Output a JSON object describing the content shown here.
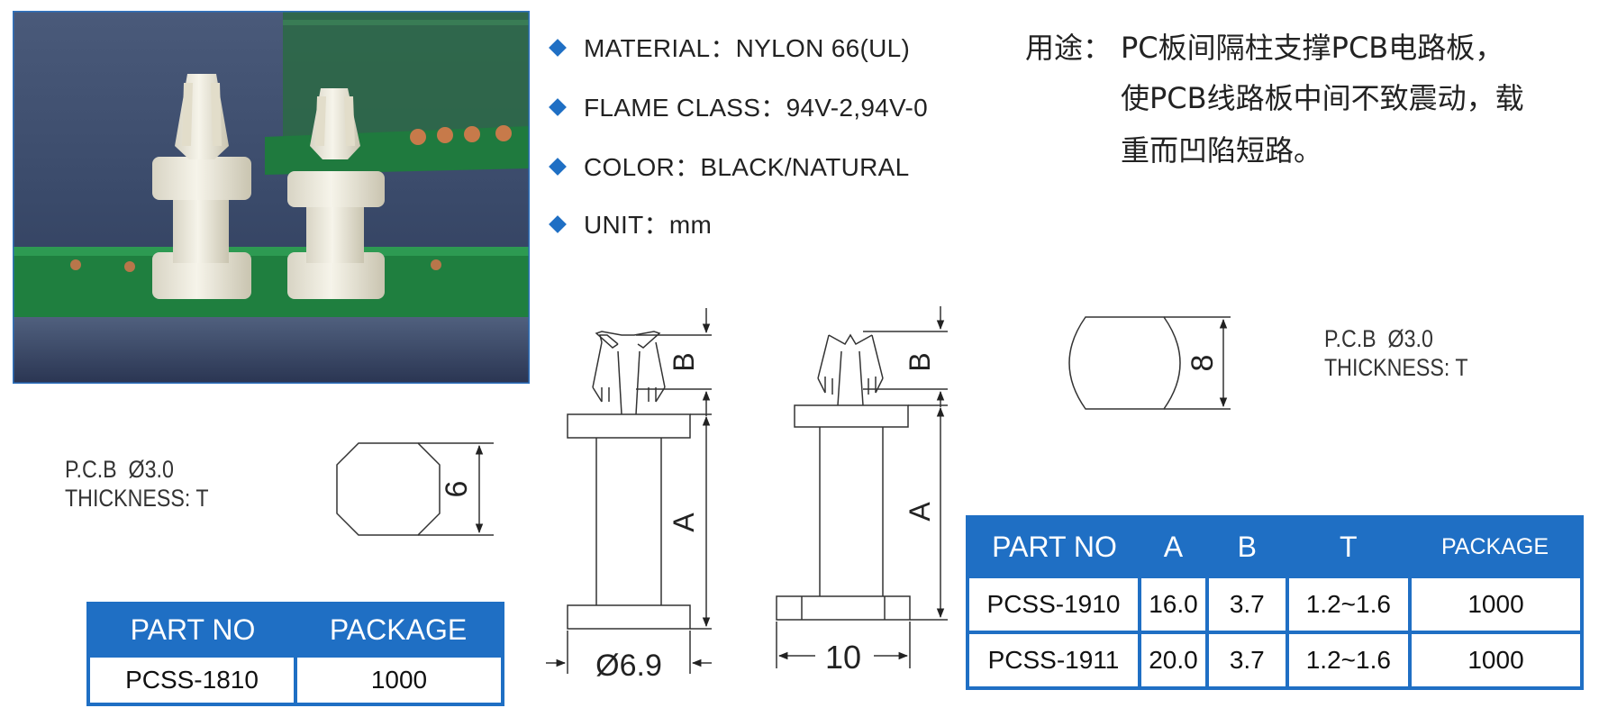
{
  "specs": [
    {
      "label": "MATERIAL：",
      "value": "NYLON 66(UL)"
    },
    {
      "label": "FLAME CLASS：",
      "value": "94V-2,94V-0"
    },
    {
      "label": "COLOR：",
      "value": "BLACK/NATURAL"
    },
    {
      "label": "UNIT：",
      "value": "mm"
    }
  ],
  "usage": {
    "label": "用途：",
    "lines": [
      "PC板间隔柱支撑PCB电路板，",
      "使PCB线路板中间不致震动，载",
      "重而凹陷短路。"
    ]
  },
  "hole_left": {
    "pcb_line": "P.C.B  Ø3.0",
    "thickness_line": "THICKNESS: T",
    "dimension": "6"
  },
  "hole_right": {
    "pcb_line": "P.C.B  Ø3.0",
    "thickness_line": "THICKNESS: T",
    "dimension": "8"
  },
  "drawing_left": {
    "dim_b": "B",
    "dim_a": "A",
    "dim_bottom": "Ø6.9"
  },
  "drawing_right": {
    "dim_b": "B",
    "dim_a": "A",
    "dim_bottom": "10"
  },
  "table1": {
    "headers": [
      "PART NO",
      "PACKAGE"
    ],
    "rows": [
      [
        "PCSS-1810",
        "1000"
      ]
    ]
  },
  "table2": {
    "headers": [
      "PART NO",
      "A",
      "B",
      "T",
      "PACKAGE"
    ],
    "rows": [
      [
        "PCSS-1910",
        "16.0",
        "3.7",
        "1.2~1.6",
        "1000"
      ],
      [
        "PCSS-1911",
        "20.0",
        "3.7",
        "1.2~1.6",
        "1000"
      ]
    ]
  },
  "colors": {
    "accent": "#1f6fc4",
    "pcb_green": "#1f7a3e",
    "nylon": "#ece9dc"
  }
}
